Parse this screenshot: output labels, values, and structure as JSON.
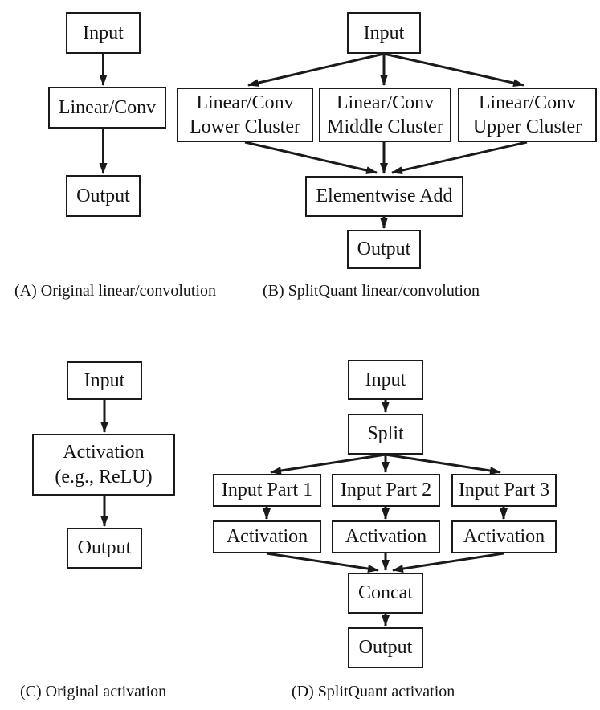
{
  "figure": {
    "type": "flow-diagram",
    "panels": 4,
    "colors": {
      "stroke": "#1a1a1a",
      "background": "#ffffff",
      "text": "#141414"
    }
  },
  "diagram_a": {
    "caption": "(A) Original linear/convolution",
    "nodes": {
      "input": "Input",
      "linear_conv": "Linear/Conv",
      "output": "Output"
    }
  },
  "diagram_b": {
    "caption": "(B) SplitQuant linear/convolution",
    "nodes": {
      "input": "Input",
      "lower_cluster": "Linear/Conv\nLower Cluster",
      "middle_cluster": "Linear/Conv\nMiddle Cluster",
      "upper_cluster": "Linear/Conv\nUpper Cluster",
      "elementwise_add": "Elementwise Add",
      "output": "Output"
    }
  },
  "diagram_c": {
    "caption": "(C) Original activation",
    "nodes": {
      "input": "Input",
      "activation": "Activation\n(e.g., ReLU)",
      "output": "Output"
    }
  },
  "diagram_d": {
    "caption": "(D) SplitQuant activation",
    "nodes": {
      "input": "Input",
      "split": "Split",
      "part1": "Input Part 1",
      "part2": "Input Part 2",
      "part3": "Input Part 3",
      "activation1": "Activation",
      "activation2": "Activation",
      "activation3": "Activation",
      "concat": "Concat",
      "output": "Output"
    }
  }
}
